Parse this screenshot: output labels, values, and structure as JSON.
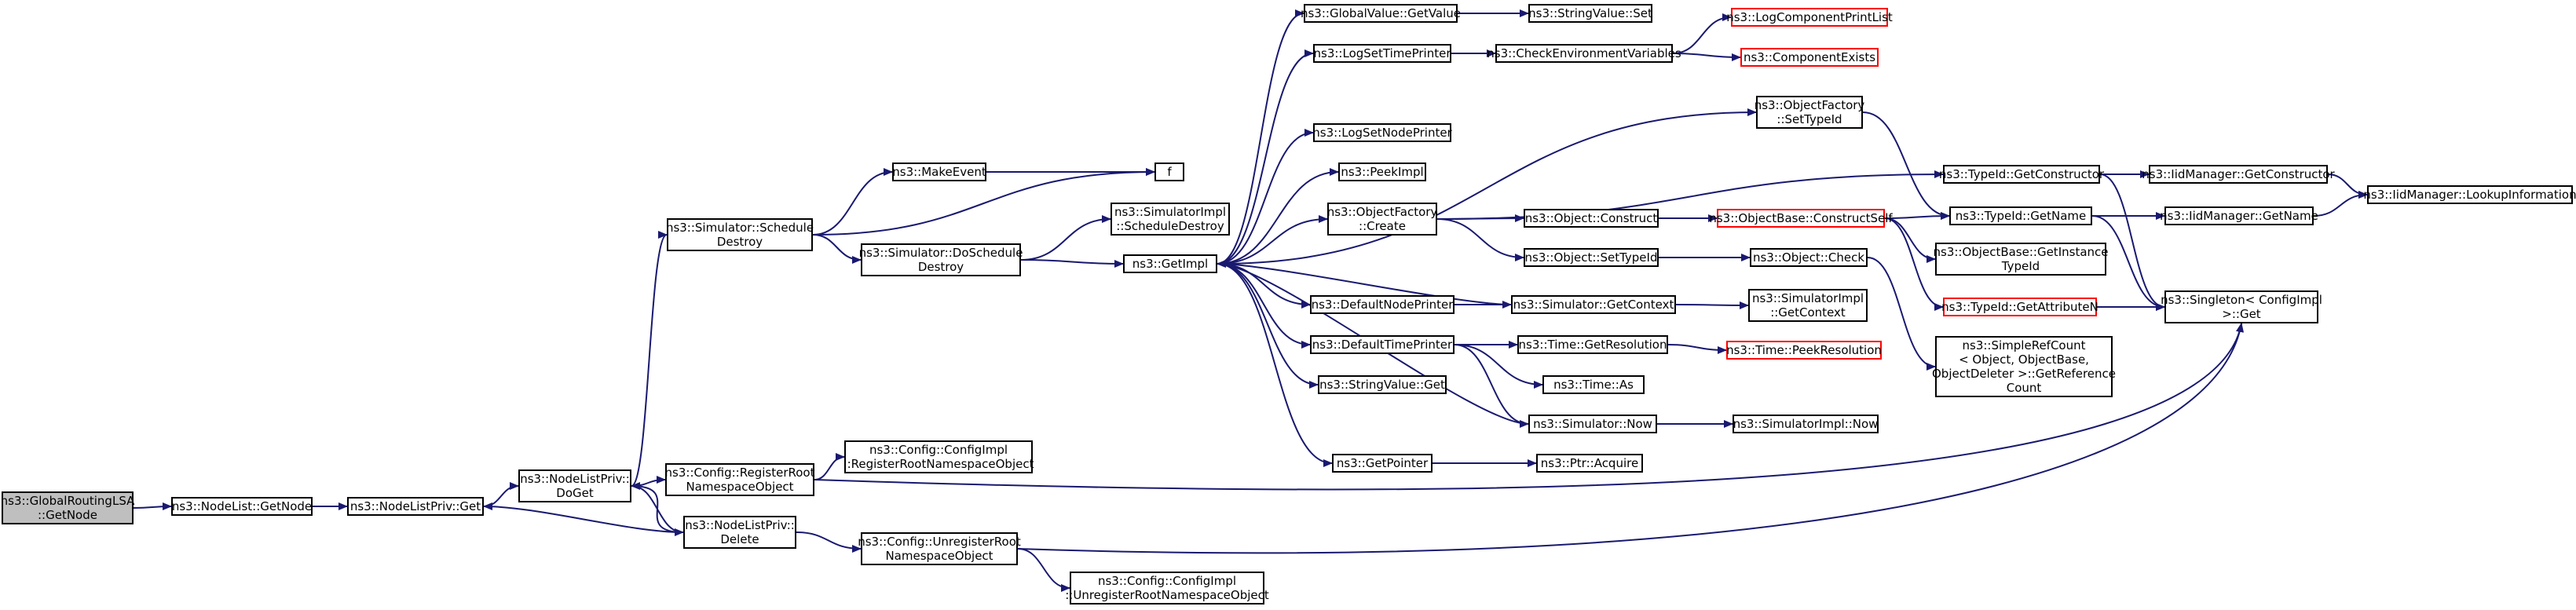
{
  "colors": {
    "edge": "#191970",
    "node_border": "#000000",
    "truncated_border": "#ff0000",
    "root_fill": "#bfbfbf"
  },
  "nodes": {
    "root": {
      "lines": [
        "ns3::GlobalRoutingLSA",
        "::GetNode"
      ]
    },
    "nodelist_getnode": {
      "lines": [
        "ns3::NodeList::GetNode"
      ]
    },
    "nodelistpriv_get": {
      "lines": [
        "ns3::NodeListPriv::Get"
      ]
    },
    "nodelistpriv_doget": {
      "lines": [
        "ns3::NodeListPriv::",
        "DoGet"
      ]
    },
    "nodelistpriv_delete": {
      "lines": [
        "ns3::NodeListPriv::",
        "Delete"
      ]
    },
    "simulator_scheduledestroy": {
      "lines": [
        "ns3::Simulator::Schedule",
        "Destroy"
      ]
    },
    "config_registerroot": {
      "lines": [
        "ns3::Config::RegisterRoot",
        "NamespaceObject"
      ]
    },
    "configimpl_registerroot": {
      "lines": [
        "ns3::Config::ConfigImpl",
        "::RegisterRootNamespaceObject"
      ]
    },
    "config_unregisterroot": {
      "lines": [
        "ns3::Config::UnregisterRoot",
        "NamespaceObject"
      ]
    },
    "configimpl_unregisterroot": {
      "lines": [
        "ns3::Config::ConfigImpl",
        "::UnregisterRootNamespaceObject"
      ]
    },
    "makeevent": {
      "lines": [
        "ns3::MakeEvent"
      ]
    },
    "f": {
      "lines": [
        "f"
      ]
    },
    "simulator_doscheduledestroy": {
      "lines": [
        "ns3::Simulator::DoSchedule",
        "Destroy"
      ]
    },
    "simulatorimpl_scheduledestroy": {
      "lines": [
        "ns3::SimulatorImpl",
        "::ScheduleDestroy"
      ]
    },
    "getimpl": {
      "lines": [
        "ns3::GetImpl"
      ]
    },
    "globalvalue_getvalue": {
      "lines": [
        "ns3::GlobalValue::GetValue"
      ]
    },
    "stringvalue_set": {
      "lines": [
        "ns3::StringValue::Set"
      ]
    },
    "logsettimeprinter": {
      "lines": [
        "ns3::LogSetTimePrinter"
      ]
    },
    "checkenvironmentvariables": {
      "lines": [
        "ns3::CheckEnvironmentVariables"
      ]
    },
    "logcomponentprintlist": {
      "lines": [
        "ns3::LogComponentPrintList"
      ]
    },
    "componentexists": {
      "lines": [
        "ns3::ComponentExists"
      ]
    },
    "logsetnodeprinter": {
      "lines": [
        "ns3::LogSetNodePrinter"
      ]
    },
    "objectfactory_settypeid": {
      "lines": [
        "ns3::ObjectFactory",
        "::SetTypeId"
      ]
    },
    "peekimpl": {
      "lines": [
        "ns3::PeekImpl"
      ]
    },
    "objectfactory_create": {
      "lines": [
        "ns3::ObjectFactory",
        "::Create"
      ]
    },
    "object_construct": {
      "lines": [
        "ns3::Object::Construct"
      ]
    },
    "objectbase_constructself": {
      "lines": [
        "ns3::ObjectBase::ConstructSelf"
      ]
    },
    "typeid_getconstructor": {
      "lines": [
        "ns3::TypeId::GetConstructor"
      ]
    },
    "iidmanager_getconstructor": {
      "lines": [
        "ns3::IidManager::GetConstructor"
      ]
    },
    "iidmanager_lookupinformation": {
      "lines": [
        "ns3::IidManager::LookupInformation"
      ]
    },
    "typeid_getname": {
      "lines": [
        "ns3::TypeId::GetName"
      ]
    },
    "iidmanager_getname": {
      "lines": [
        "ns3::IidManager::GetName"
      ]
    },
    "objectbase_getinstancetypeid": {
      "lines": [
        "ns3::ObjectBase::GetInstance",
        "TypeId"
      ]
    },
    "object_settypeid": {
      "lines": [
        "ns3::Object::SetTypeId"
      ]
    },
    "object_check": {
      "lines": [
        "ns3::Object::Check"
      ]
    },
    "typeid_getattributen": {
      "lines": [
        "ns3::TypeId::GetAttributeN"
      ]
    },
    "singleton_get": {
      "lines": [
        "ns3::Singleton< ConfigImpl",
        " >::Get"
      ]
    },
    "defaultnodeprinter": {
      "lines": [
        "ns3::DefaultNodePrinter"
      ]
    },
    "simulator_getcontext": {
      "lines": [
        "ns3::Simulator::GetContext"
      ]
    },
    "simulatorimpl_getcontext": {
      "lines": [
        "ns3::SimulatorImpl",
        "::GetContext"
      ]
    },
    "defaulttimeprinter": {
      "lines": [
        "ns3::DefaultTimePrinter"
      ]
    },
    "time_getresolution": {
      "lines": [
        "ns3::Time::GetResolution"
      ]
    },
    "time_peekresolution": {
      "lines": [
        "ns3::Time::PeekResolution"
      ]
    },
    "simplerefcount": {
      "lines": [
        "ns3::SimpleRefCount",
        "< Object, ObjectBase,",
        " ObjectDeleter >::GetReference",
        "Count"
      ]
    },
    "time_as": {
      "lines": [
        "ns3::Time::As"
      ]
    },
    "stringvalue_get": {
      "lines": [
        "ns3::StringValue::Get"
      ]
    },
    "simulator_now": {
      "lines": [
        "ns3::Simulator::Now"
      ]
    },
    "simulatorimpl_now": {
      "lines": [
        "ns3::SimulatorImpl::Now"
      ]
    },
    "getpointer": {
      "lines": [
        "ns3::GetPointer"
      ]
    },
    "ptr_acquire": {
      "lines": [
        "ns3::Ptr::Acquire"
      ]
    }
  }
}
